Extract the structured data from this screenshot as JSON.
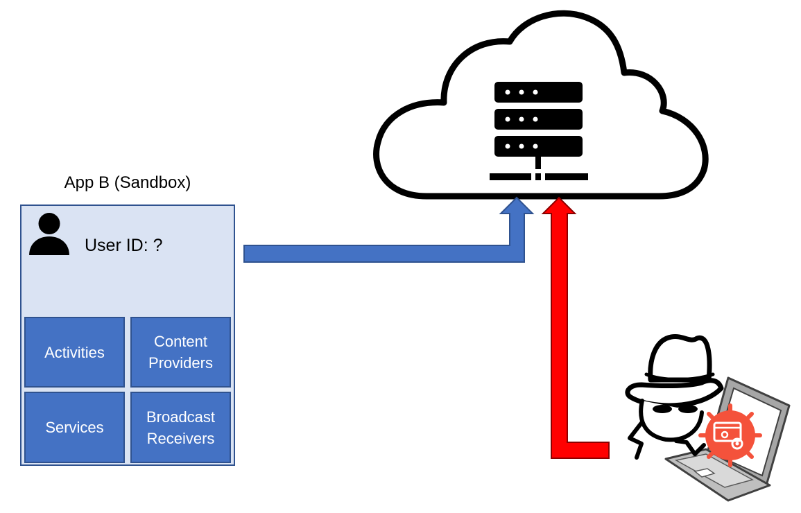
{
  "app": {
    "title": "App B (Sandbox)",
    "user_label": "User ID: ?",
    "components": [
      {
        "label": "Activities"
      },
      {
        "label": "Content\nProviders"
      },
      {
        "label": "Services"
      },
      {
        "label": "Broadcast\nReceivers"
      }
    ]
  },
  "icons": {
    "user": "person-icon",
    "server": "server-rack-icon",
    "cloud": "cloud-icon",
    "attacker": "spy-hacker-icon",
    "laptop": "laptop-icon",
    "malware": "malware-virus-icon"
  },
  "colors": {
    "sandbox_bg": "#dae3f3",
    "component_fill": "#4472c4",
    "border": "#2f528f",
    "legit_arrow": "#4472c4",
    "attack_arrow": "#ff0000",
    "malware": "#f4523b"
  }
}
